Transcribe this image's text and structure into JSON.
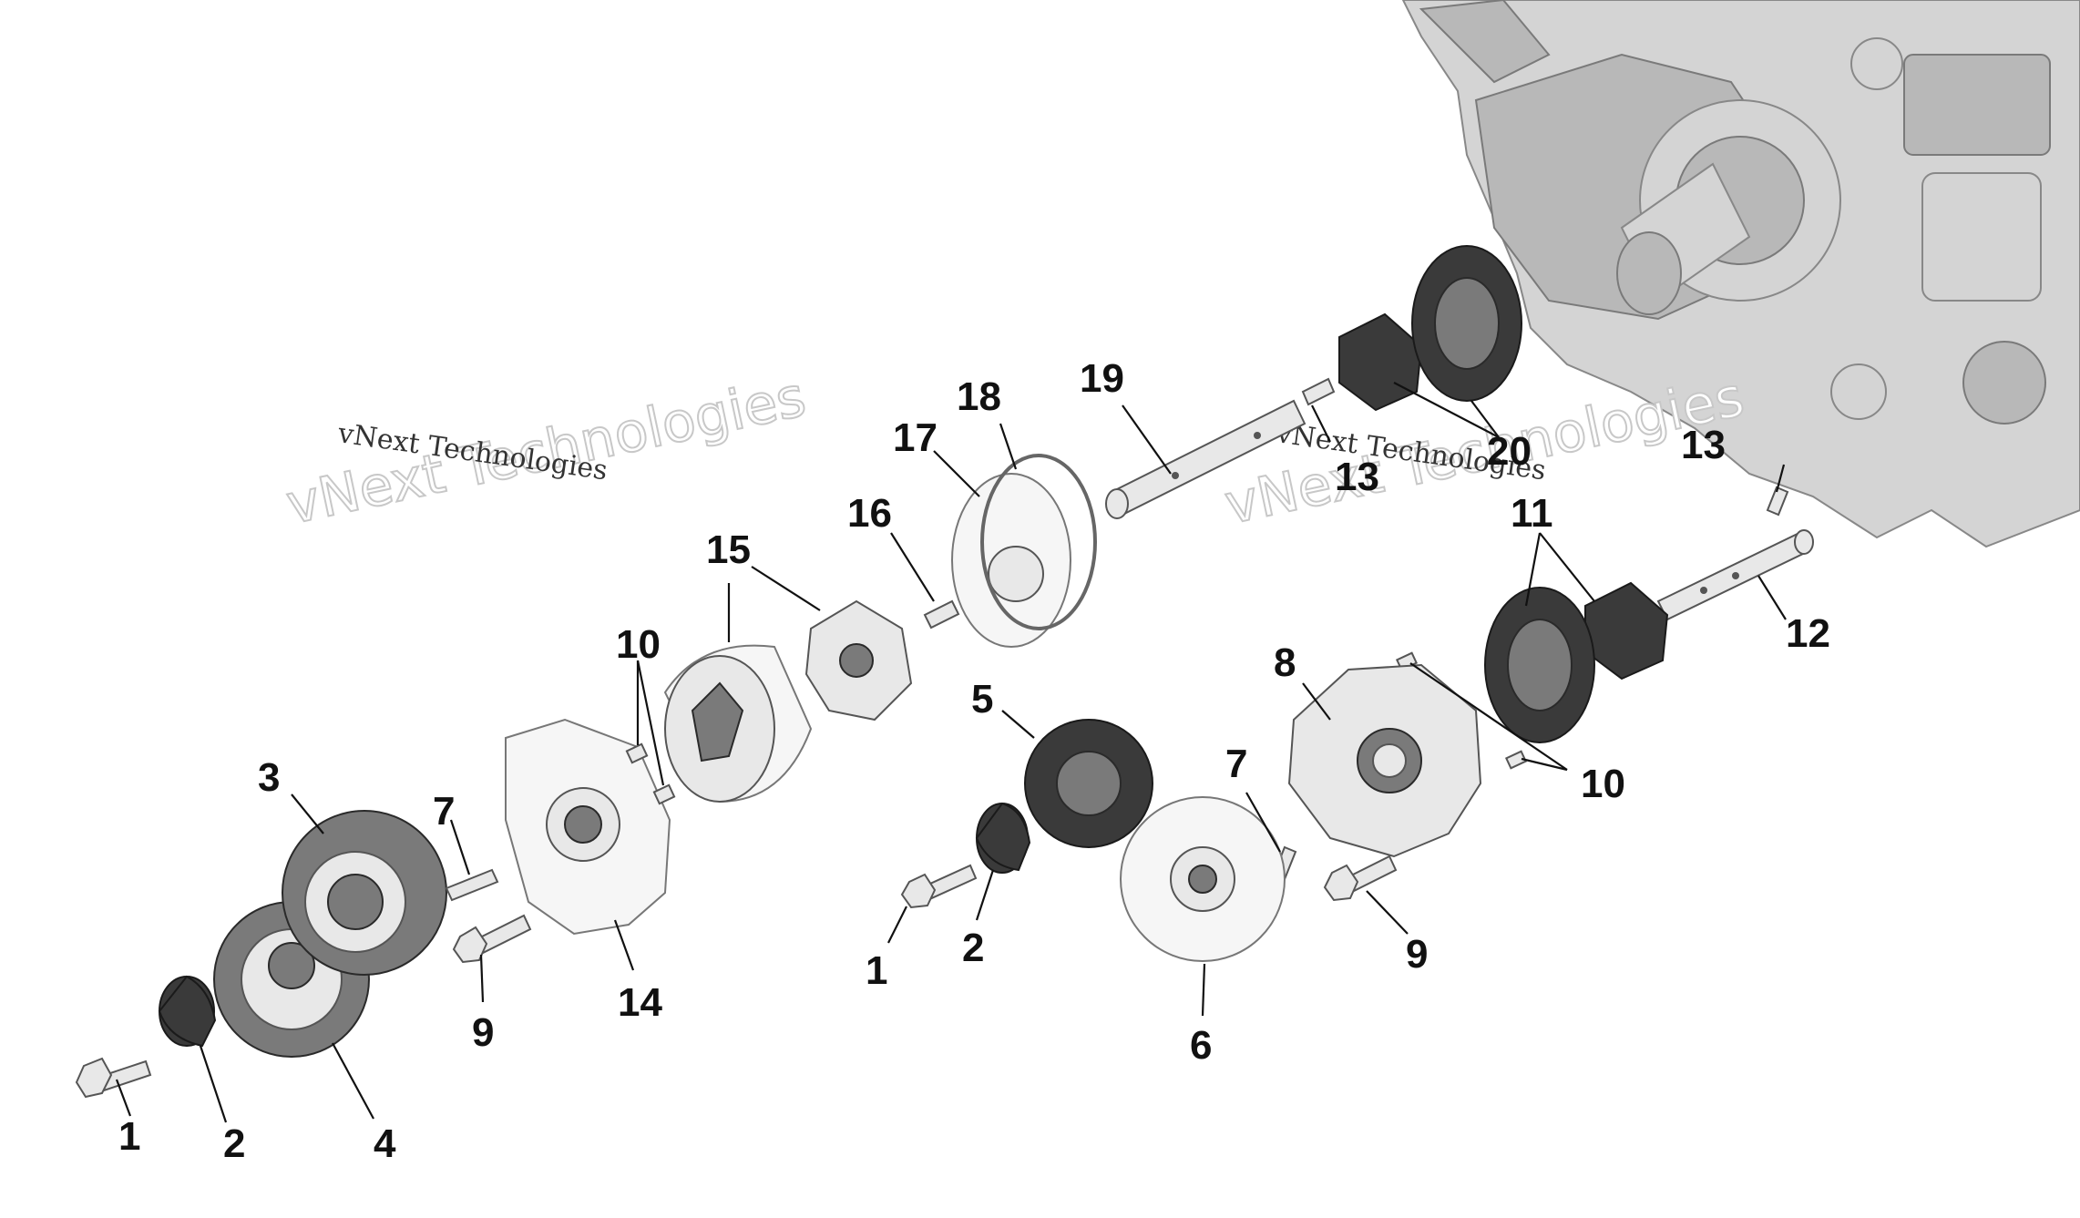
{
  "watermarks": [
    {
      "small": "vNext Technologies",
      "big": "vNext Technologies"
    },
    {
      "small": "vNext Technologies",
      "big": "vNext Technologies"
    }
  ],
  "callouts": [
    {
      "id": "c1a",
      "label": "1"
    },
    {
      "id": "c2a",
      "label": "2"
    },
    {
      "id": "c3",
      "label": "3"
    },
    {
      "id": "c4",
      "label": "4"
    },
    {
      "id": "c7a",
      "label": "7"
    },
    {
      "id": "c9a",
      "label": "9"
    },
    {
      "id": "c10a",
      "label": "10"
    },
    {
      "id": "c14",
      "label": "14"
    },
    {
      "id": "c15",
      "label": "15"
    },
    {
      "id": "c16",
      "label": "16"
    },
    {
      "id": "c17",
      "label": "17"
    },
    {
      "id": "c18",
      "label": "18"
    },
    {
      "id": "c19",
      "label": "19"
    },
    {
      "id": "c13a",
      "label": "13"
    },
    {
      "id": "c20",
      "label": "20"
    },
    {
      "id": "c13b",
      "label": "13"
    },
    {
      "id": "c11",
      "label": "11"
    },
    {
      "id": "c12",
      "label": "12"
    },
    {
      "id": "c8",
      "label": "8"
    },
    {
      "id": "c10b",
      "label": "10"
    },
    {
      "id": "c5",
      "label": "5"
    },
    {
      "id": "c7b",
      "label": "7"
    },
    {
      "id": "c1b",
      "label": "1"
    },
    {
      "id": "c2b",
      "label": "2"
    },
    {
      "id": "c6",
      "label": "6"
    },
    {
      "id": "c9b",
      "label": "9"
    }
  ],
  "colors": {
    "line": "#111111",
    "part_dark": "#3a3a3a",
    "part_light": "#e8e8e8",
    "engine": "#d4d4d4"
  }
}
